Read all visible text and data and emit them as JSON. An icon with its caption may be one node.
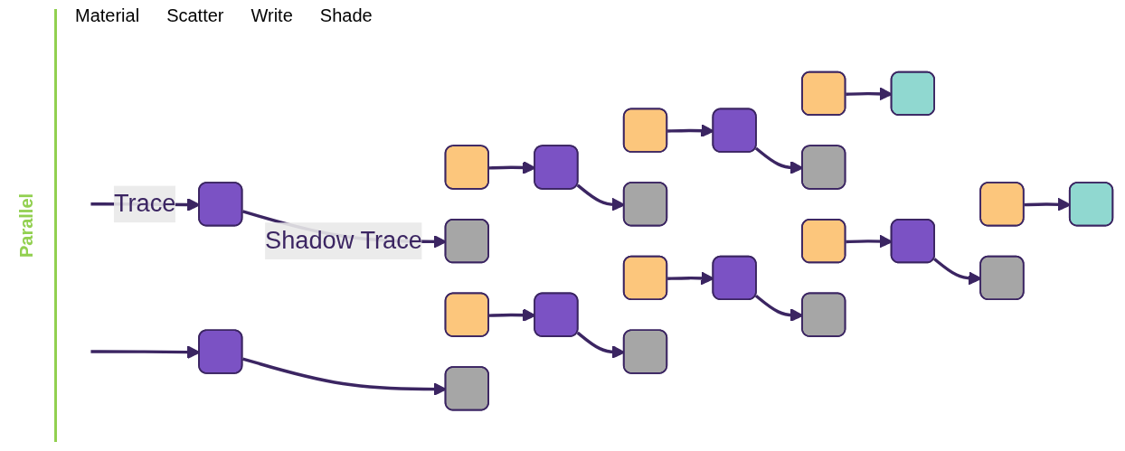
{
  "diagram": {
    "nodes": [
      {
        "text": [],
        "shape": "box"
      },
      {
        "text": [],
        "shape": "box"
      },
      {
        "text": [],
        "shape": "box"
      },
      {
        "text": [],
        "shape": "box"
      },
      {
        "text": [],
        "shape": "box"
      },
      {
        "text": [],
        "shape": "box"
      },
      {
        "text": [],
        "shape": "box"
      },
      {
        "text": [],
        "shape": "box"
      },
      {
        "text": [],
        "shape": "box"
      },
      {
        "text": [],
        "shape": "box"
      },
      {
        "text": [],
        "shape": "box"
      },
      {
        "text": [],
        "shape": "box"
      },
      {
        "text": [],
        "shape": "box"
      },
      {
        "text": [],
        "shape": "box"
      },
      {
        "text": [],
        "shape": "box"
      },
      {
        "text": [],
        "shape": "box"
      },
      {
        "text": [],
        "shape": "box"
      },
      {
        "text": [],
        "shape": "box"
      },
      {
        "text": [],
        "shape": "box"
      },
      {
        "text": [],
        "shape": "box"
      },
      {
        "text": [],
        "shape": "box"
      },
      {
        "text": [],
        "shape": "box"
      },
      {
        "text": [],
        "shape": "box"
      }
    ],
    "edges": [
      {
        "from": null,
        "to": 0,
        "arrow": "to",
        "label": "Trace"
      },
      {
        "from": 0,
        "to": 2,
        "arrow": "to",
        "label": "Shadow Trace"
      },
      {
        "from": 1,
        "to": 3,
        "arrow": "to"
      },
      {
        "from": 3,
        "to": 5,
        "arrow": "to"
      },
      {
        "from": 4,
        "to": 6,
        "arrow": "to"
      },
      {
        "from": 6,
        "to": 8,
        "arrow": "to"
      },
      {
        "from": 7,
        "to": 9,
        "arrow": "to"
      },
      {
        "from": null,
        "to": 10,
        "arrow": "to"
      },
      {
        "from": 10,
        "to": 12,
        "arrow": "to"
      },
      {
        "from": 11,
        "to": 13,
        "arrow": "to"
      },
      {
        "from": 13,
        "to": 15,
        "arrow": "to"
      },
      {
        "from": 14,
        "to": 16,
        "arrow": "to"
      },
      {
        "from": 16,
        "to": 18,
        "arrow": "to"
      },
      {
        "from": 17,
        "to": 19,
        "arrow": "to"
      },
      {
        "from": 19,
        "to": 21,
        "arrow": "to"
      },
      {
        "from": 20,
        "to": 22,
        "arrow": "to"
      }
    ],
    "labels": [
      "Material",
      "Scatter",
      "Write",
      "Shade",
      "Parallel"
    ]
  }
}
